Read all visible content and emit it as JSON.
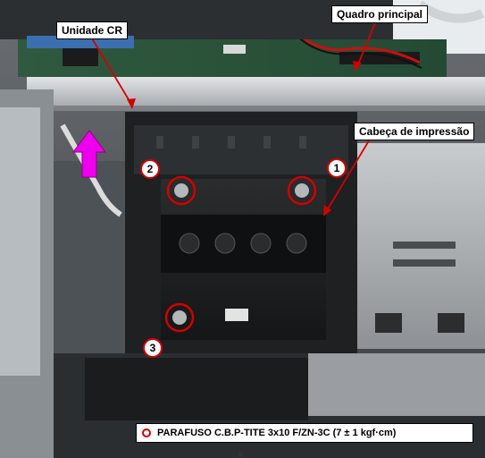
{
  "callouts": {
    "carriage_unit": "Unidade CR",
    "main_board": "Quadro principal",
    "print_head": "Cabeça de impressão"
  },
  "screws": [
    {
      "number": "1"
    },
    {
      "number": "2"
    },
    {
      "number": "3"
    }
  ],
  "legend": {
    "text": "PARAFUSO C.B.P-TITE 3x10 F/ZN-3C (7 ± 1 kgf·cm)"
  },
  "colors": {
    "marker_red": "#d40000",
    "arrow_magenta": "#ee00ee"
  },
  "icons": {
    "lift_direction": "up-arrow-icon",
    "screw_marker": "ring-marker-icon"
  }
}
